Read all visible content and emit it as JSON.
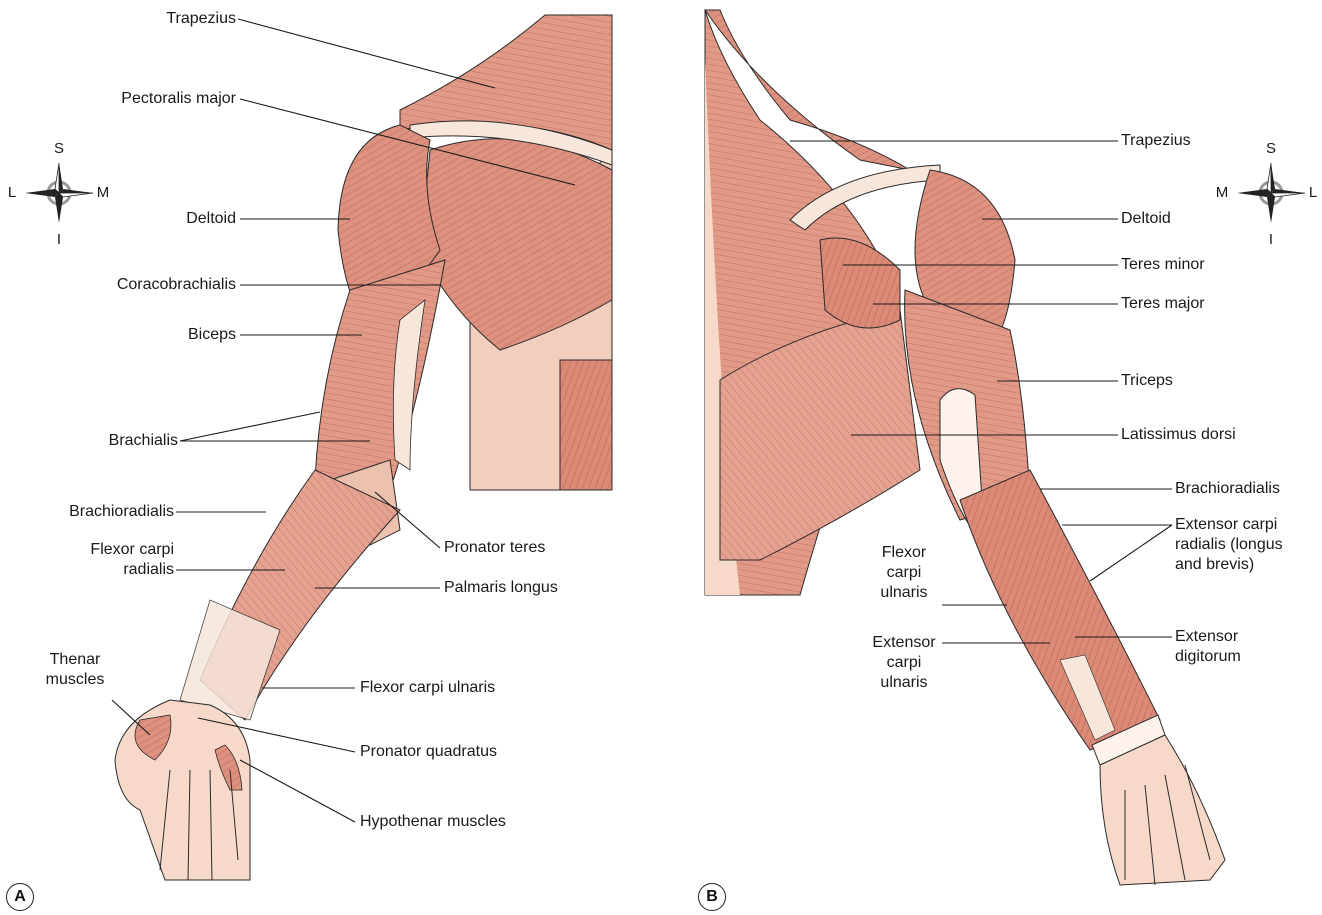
{
  "colors": {
    "muscle": "#d98a78",
    "muscle_light": "#e8aa98",
    "muscle_dark": "#b8604f",
    "skin": "#f6d9c8",
    "tendon": "#f7e6da",
    "outline": "#2a2a2a",
    "leader": "#1a1a1a"
  },
  "panels": [
    {
      "badge": "A",
      "compass": {
        "top": "S",
        "bottom": "I",
        "left": "L",
        "right": "M"
      },
      "labels": [
        {
          "id": "trapezius",
          "text": "Trapezius"
        },
        {
          "id": "pectoralis-major",
          "text": "Pectoralis major"
        },
        {
          "id": "deltoid",
          "text": "Deltoid"
        },
        {
          "id": "coracobrachialis",
          "text": "Coracobrachialis"
        },
        {
          "id": "biceps",
          "text": "Biceps"
        },
        {
          "id": "brachialis",
          "text": "Brachialis"
        },
        {
          "id": "brachioradialis",
          "text": "Brachioradialis"
        },
        {
          "id": "flexor-carpi-radialis",
          "text": "Flexor carpi\nradialis"
        },
        {
          "id": "thenar-muscles",
          "text": "Thenar\nmuscles"
        },
        {
          "id": "pronator-teres",
          "text": "Pronator teres"
        },
        {
          "id": "palmaris-longus",
          "text": "Palmaris longus"
        },
        {
          "id": "flexor-carpi-ulnaris",
          "text": "Flexor carpi ulnaris"
        },
        {
          "id": "pronator-quadratus",
          "text": "Pronator quadratus"
        },
        {
          "id": "hypothenar-muscles",
          "text": "Hypothenar muscles"
        }
      ]
    },
    {
      "badge": "B",
      "compass": {
        "top": "S",
        "bottom": "I",
        "left": "M",
        "right": "L"
      },
      "labels": [
        {
          "id": "trapezius",
          "text": "Trapezius"
        },
        {
          "id": "deltoid",
          "text": "Deltoid"
        },
        {
          "id": "teres-minor",
          "text": "Teres minor"
        },
        {
          "id": "teres-major",
          "text": "Teres major"
        },
        {
          "id": "triceps",
          "text": "Triceps"
        },
        {
          "id": "latissimus-dorsi",
          "text": "Latissimus dorsi"
        },
        {
          "id": "brachioradialis",
          "text": "Brachioradialis"
        },
        {
          "id": "extensor-carpi-radialis",
          "text": "Extensor carpi\nradialis (longus\nand brevis)"
        },
        {
          "id": "extensor-digitorum",
          "text": "Extensor\ndigitorum"
        },
        {
          "id": "flexor-carpi-ulnaris",
          "text": "Flexor\ncarpi\nulnaris"
        },
        {
          "id": "extensor-carpi-ulnaris",
          "text": "Extensor\ncarpi\nulnaris"
        }
      ]
    }
  ]
}
